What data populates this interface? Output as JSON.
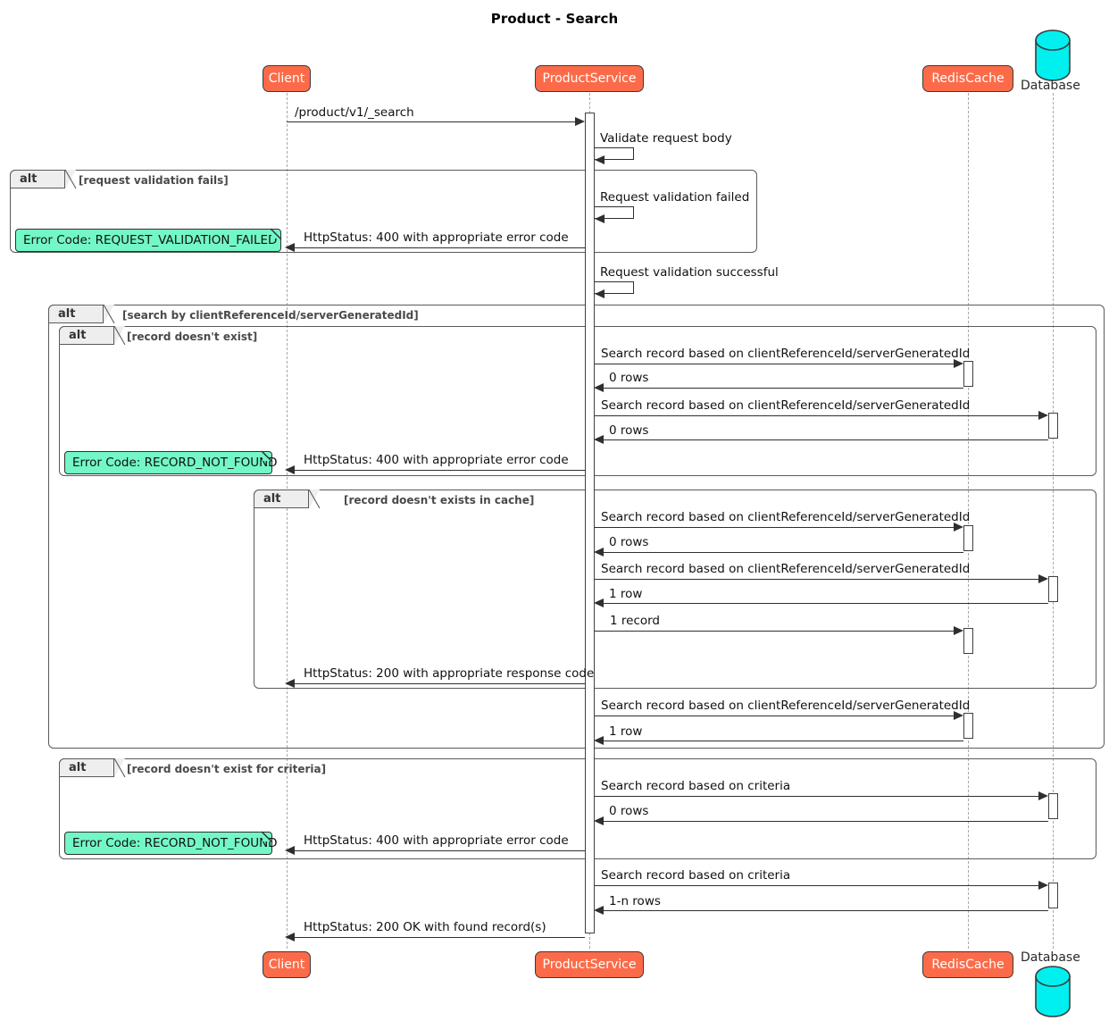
{
  "title": "Product - Search",
  "colors": {
    "participant_fill": "#FC6B49",
    "participant_border": "#3A3A3A",
    "participant_text": "#FFFFFF",
    "note_fill": "#73F7C6",
    "note_border": "#2F2F2F",
    "database_fill": "#00F0F0",
    "lifeline": "#A8A8A8",
    "frame_border": "#5A5A5A",
    "frame_tab_fill": "#EEEEEE",
    "arrow": "#2F2F2F"
  },
  "participants": [
    {
      "id": "client",
      "label": "Client",
      "type": "actor-box"
    },
    {
      "id": "productservice",
      "label": "ProductService",
      "type": "actor-box"
    },
    {
      "id": "rediscache",
      "label": "RedisCache",
      "type": "actor-box"
    },
    {
      "id": "database",
      "label": "Database",
      "type": "database-cylinder"
    }
  ],
  "messages": [
    {
      "id": "m1",
      "label": "/product/v1/_search",
      "from": "client",
      "to": "productservice"
    },
    {
      "id": "m2",
      "label": "Validate request body",
      "from": "productservice",
      "to": "productservice"
    },
    {
      "id": "m3",
      "label": "Request validation failed",
      "from": "productservice",
      "to": "productservice"
    },
    {
      "id": "m4",
      "label": "HttpStatus: 400 with appropriate error code",
      "from": "productservice",
      "to": "client"
    },
    {
      "id": "m5",
      "label": "Request validation successful",
      "from": "productservice",
      "to": "productservice"
    },
    {
      "id": "m6",
      "label": "Search record based on clientReferenceId/serverGeneratedId",
      "from": "productservice",
      "to": "rediscache"
    },
    {
      "id": "m7",
      "label": "0 rows",
      "from": "rediscache",
      "to": "productservice"
    },
    {
      "id": "m8",
      "label": "Search record based on clientReferenceId/serverGeneratedId",
      "from": "productservice",
      "to": "database"
    },
    {
      "id": "m9",
      "label": "0 rows",
      "from": "database",
      "to": "productservice"
    },
    {
      "id": "m10",
      "label": "HttpStatus: 400 with appropriate error code",
      "from": "productservice",
      "to": "client"
    },
    {
      "id": "m11",
      "label": "Search record based on clientReferenceId/serverGeneratedId",
      "from": "productservice",
      "to": "rediscache"
    },
    {
      "id": "m12",
      "label": "0 rows",
      "from": "rediscache",
      "to": "productservice"
    },
    {
      "id": "m13",
      "label": "Search record based on clientReferenceId/serverGeneratedId",
      "from": "productservice",
      "to": "database"
    },
    {
      "id": "m14",
      "label": "1 row",
      "from": "database",
      "to": "productservice"
    },
    {
      "id": "m15",
      "label": "1 record",
      "from": "productservice",
      "to": "rediscache"
    },
    {
      "id": "m16",
      "label": "HttpStatus: 200 with appropriate response code",
      "from": "productservice",
      "to": "client"
    },
    {
      "id": "m17",
      "label": "Search record based on clientReferenceId/serverGeneratedId",
      "from": "productservice",
      "to": "rediscache"
    },
    {
      "id": "m18",
      "label": "1 row",
      "from": "rediscache",
      "to": "productservice"
    },
    {
      "id": "m19",
      "label": "Search record based on criteria",
      "from": "productservice",
      "to": "database"
    },
    {
      "id": "m20",
      "label": "0 rows",
      "from": "database",
      "to": "productservice"
    },
    {
      "id": "m21",
      "label": "HttpStatus: 400 with appropriate error code",
      "from": "productservice",
      "to": "client"
    },
    {
      "id": "m22",
      "label": "Search record based on criteria",
      "from": "productservice",
      "to": "database"
    },
    {
      "id": "m23",
      "label": "1-n rows",
      "from": "database",
      "to": "productservice"
    },
    {
      "id": "m24",
      "label": "HttpStatus: 200 OK with found record(s)",
      "from": "productservice",
      "to": "client"
    }
  ],
  "frames": [
    {
      "id": "f1",
      "keyword": "alt",
      "condition": "[request validation fails]"
    },
    {
      "id": "f2",
      "keyword": "alt",
      "condition": "[search by clientReferenceId/serverGeneratedId]"
    },
    {
      "id": "f3",
      "keyword": "alt",
      "condition": "[record doesn't exist]"
    },
    {
      "id": "f4",
      "keyword": "alt",
      "condition": "[record doesn't exists in cache]"
    },
    {
      "id": "f5",
      "keyword": "alt",
      "condition": "[record doesn't exist for criteria]"
    }
  ],
  "notes": [
    {
      "id": "n1",
      "text": "Error Code: REQUEST_VALIDATION_FAILED"
    },
    {
      "id": "n2",
      "text": "Error Code: RECORD_NOT_FOUND"
    },
    {
      "id": "n3",
      "text": "Error Code: RECORD_NOT_FOUND"
    }
  ]
}
